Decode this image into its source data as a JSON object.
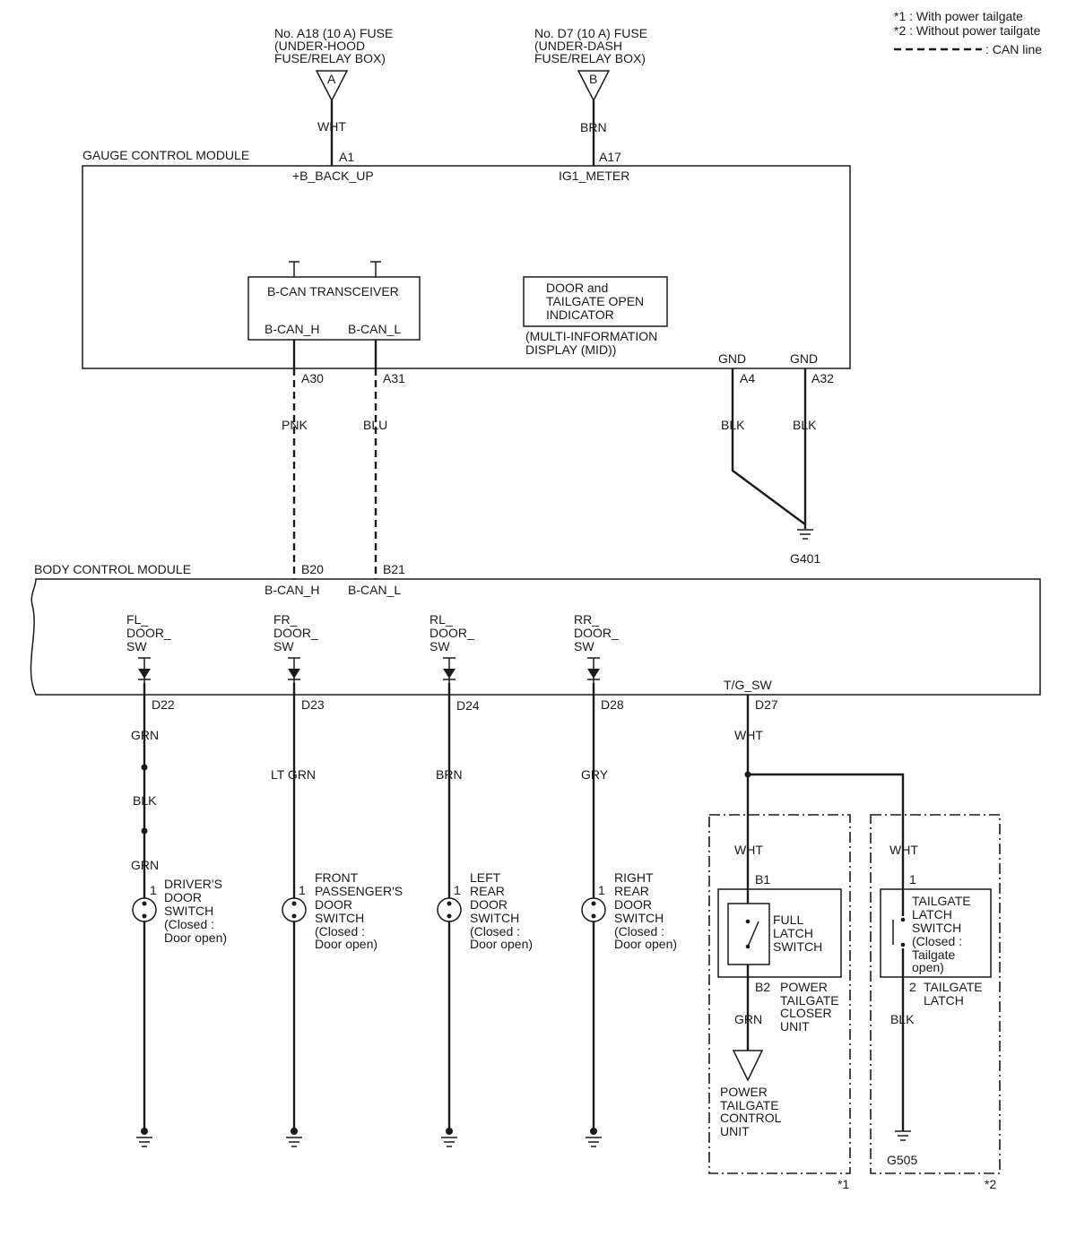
{
  "legend": {
    "note1": "*1 : With power tailgate",
    "note2": "*2 : Without power tailgate",
    "can": ": CAN line"
  },
  "fuses": {
    "a18": [
      "No. A18 (10 A) FUSE",
      "(UNDER-HOOD",
      "FUSE/RELAY BOX)"
    ],
    "a18_letter": "A",
    "d7": [
      "No. D7 (10 A) FUSE",
      "(UNDER-DASH",
      "FUSE/RELAY BOX)"
    ],
    "d7_letter": "B"
  },
  "gauge": {
    "title": "GAUGE CONTROL MODULE",
    "wire_a1": "WHT",
    "pin_a1": "A1",
    "label_a1": "+B_BACK_UP",
    "wire_a17": "BRN",
    "pin_a17": "A17",
    "label_a17": "IG1_METER",
    "transceiver": "B-CAN TRANSCEIVER",
    "can_h": "B-CAN_H",
    "can_l": "B-CAN_L",
    "indicator": [
      "DOOR and",
      "TAILGATE OPEN",
      "INDICATOR"
    ],
    "mid": [
      "(MULTI-INFORMATION",
      "DISPLAY (MID))"
    ],
    "gnd_label": "GND",
    "pin_a30": "A30",
    "pin_a31": "A31",
    "pin_a4": "A4",
    "pin_a32": "A32",
    "wire_pnk": "PNK",
    "wire_blu": "BLU",
    "wire_blk": "BLK",
    "ground": "G401"
  },
  "body": {
    "title": "BODY CONTROL MODULE",
    "pin_b20": "B20",
    "pin_b21": "B21",
    "can_h": "B-CAN_H",
    "can_l": "B-CAN_L",
    "tg_sw": "T/G_SW",
    "pin_d27": "D27",
    "wire_d27": "WHT"
  },
  "doors": [
    {
      "sig": [
        "FL_",
        "DOOR_",
        "SW"
      ],
      "pin": "D22",
      "wires": [
        "GRN",
        "BLK",
        "GRN"
      ],
      "term": "1",
      "desc": [
        "DRIVER'S",
        "DOOR",
        "SWITCH",
        "(Closed :",
        "Door open)"
      ]
    },
    {
      "sig": [
        "FR_",
        "DOOR_",
        "SW"
      ],
      "pin": "D23",
      "wires": [
        "LT GRN"
      ],
      "term": "1",
      "desc": [
        "FRONT",
        "PASSENGER'S",
        "DOOR",
        "SWITCH",
        "(Closed :",
        "Door open)"
      ]
    },
    {
      "sig": [
        "RL_",
        "DOOR_",
        "SW"
      ],
      "pin": "D24",
      "wires": [
        "BRN"
      ],
      "term": "1",
      "desc": [
        "LEFT",
        "REAR",
        "DOOR",
        "SWITCH",
        "(Closed :",
        "Door open)"
      ]
    },
    {
      "sig": [
        "RR_",
        "DOOR_",
        "SW"
      ],
      "pin": "D28",
      "wires": [
        "GRY"
      ],
      "term": "1",
      "desc": [
        "RIGHT",
        "REAR",
        "DOOR",
        "SWITCH",
        "(Closed :",
        "Door open)"
      ]
    }
  ],
  "power_tailgate": {
    "wire_in": "WHT",
    "pin_b1": "B1",
    "switch": [
      "FULL",
      "LATCH",
      "SWITCH"
    ],
    "pin_b2": "B2",
    "unit": [
      "POWER",
      "TAILGATE",
      "CLOSER",
      "UNIT"
    ],
    "wire_out": "GRN",
    "control": [
      "POWER",
      "TAILGATE",
      "CONTROL",
      "UNIT"
    ],
    "mark": "*1"
  },
  "manual_tailgate": {
    "wire_in": "WHT",
    "pin_1": "1",
    "switch": [
      "TAILGATE",
      "LATCH",
      "SWITCH",
      "(Closed :",
      "Tailgate",
      "open)"
    ],
    "pin_2": "2",
    "latch": [
      "TAILGATE",
      "LATCH"
    ],
    "wire_out": "BLK",
    "ground": "G505",
    "mark": "*2"
  }
}
